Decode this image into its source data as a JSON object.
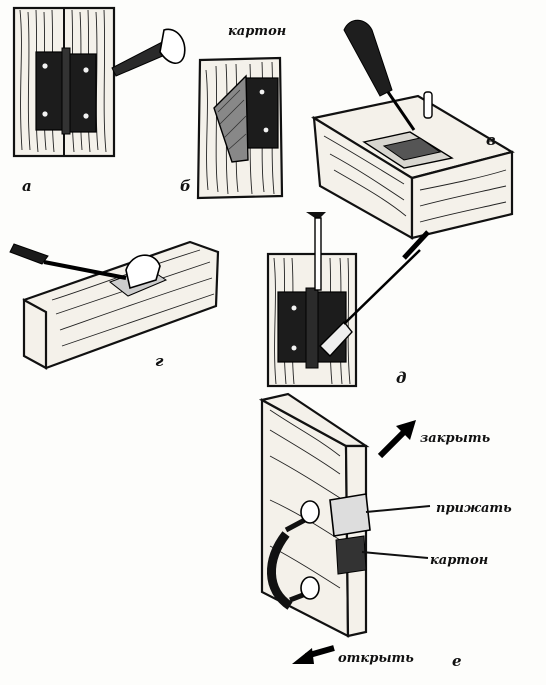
{
  "panels": {
    "a": "а",
    "b": "б",
    "c": "в",
    "d": "г",
    "e": "д",
    "f": "е"
  },
  "callouts": {
    "karton_top": "картон",
    "zakryt": "закрыть",
    "prizhat": "прижать",
    "karton_bottom": "картон",
    "otkryt": "открыть"
  },
  "colors": {
    "ink": "#111111",
    "paper": "#fdfdfb",
    "metal": "#1c1c1c"
  }
}
